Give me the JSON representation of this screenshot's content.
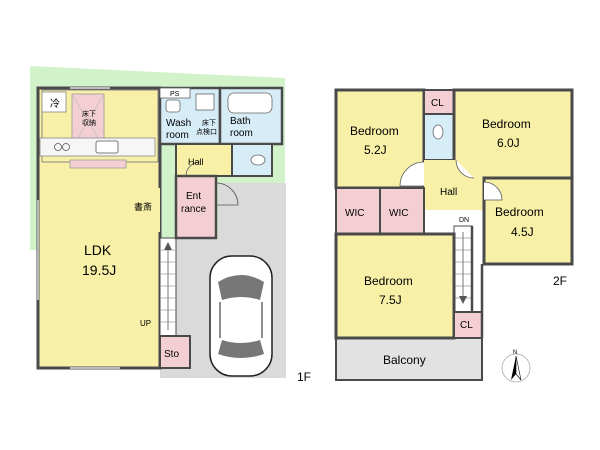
{
  "floor1": {
    "floor_label": "1F",
    "rooms": {
      "ldk_name": "LDK",
      "ldk_size": "19.5J",
      "shosai": "書斎",
      "entrance_l1": "Ent",
      "entrance_l2": "rance",
      "wash_l1": "Wash",
      "wash_l2": "room",
      "bath_l1": "Bath",
      "bath_l2": "room",
      "hall": "Hall",
      "storage": "Sto",
      "fridge": "冷",
      "underfloor_l1": "床下",
      "underfloor_l2": "収納",
      "inspection_l1": "床下",
      "inspection_l2": "点検口",
      "ps": "PS",
      "up": "UP"
    }
  },
  "floor2": {
    "floor_label": "2F",
    "rooms": {
      "bed_a_name": "Bedroom",
      "bed_a_size": "5.2J",
      "bed_b_name": "Bedroom",
      "bed_b_size": "6.0J",
      "bed_c_name": "Bedroom",
      "bed_c_size": "4.5J",
      "bed_d_name": "Bedroom",
      "bed_d_size": "7.5J",
      "wic_1": "WIC",
      "wic_2": "WIC",
      "cl_top": "CL",
      "cl_bottom": "CL",
      "hall": "Hall",
      "dn": "DN",
      "balcony": "Balcony"
    }
  },
  "compass": {
    "label": "N"
  },
  "colors": {
    "room": "#f7f0a6",
    "wet": "#d6ecf6",
    "storage": "#f3cfd3",
    "lot": "#d2f2c9",
    "balcony": "#e2e2e2",
    "driveway": "#dadada",
    "wall": "#4a4a4a"
  }
}
